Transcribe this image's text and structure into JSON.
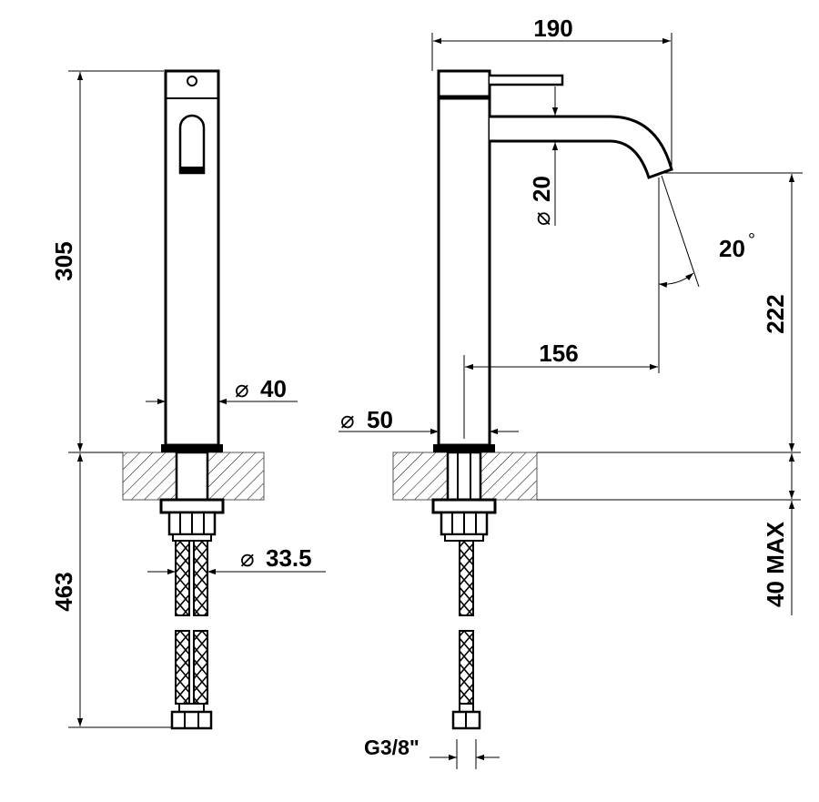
{
  "dimensions": {
    "front_height": "305",
    "front_hose_length": "463",
    "front_body_diameter": "40",
    "front_hose_diameter": "33.5",
    "side_width": "190",
    "side_spout_diameter": "20",
    "spout_angle": "20",
    "spout_height": "222",
    "spout_reach": "156",
    "side_body_diameter": "50",
    "max_deck_thickness": "40 MAX",
    "thread_size": "G3/8\""
  },
  "symbols": {
    "diameter": "⌀",
    "degree": "°"
  }
}
